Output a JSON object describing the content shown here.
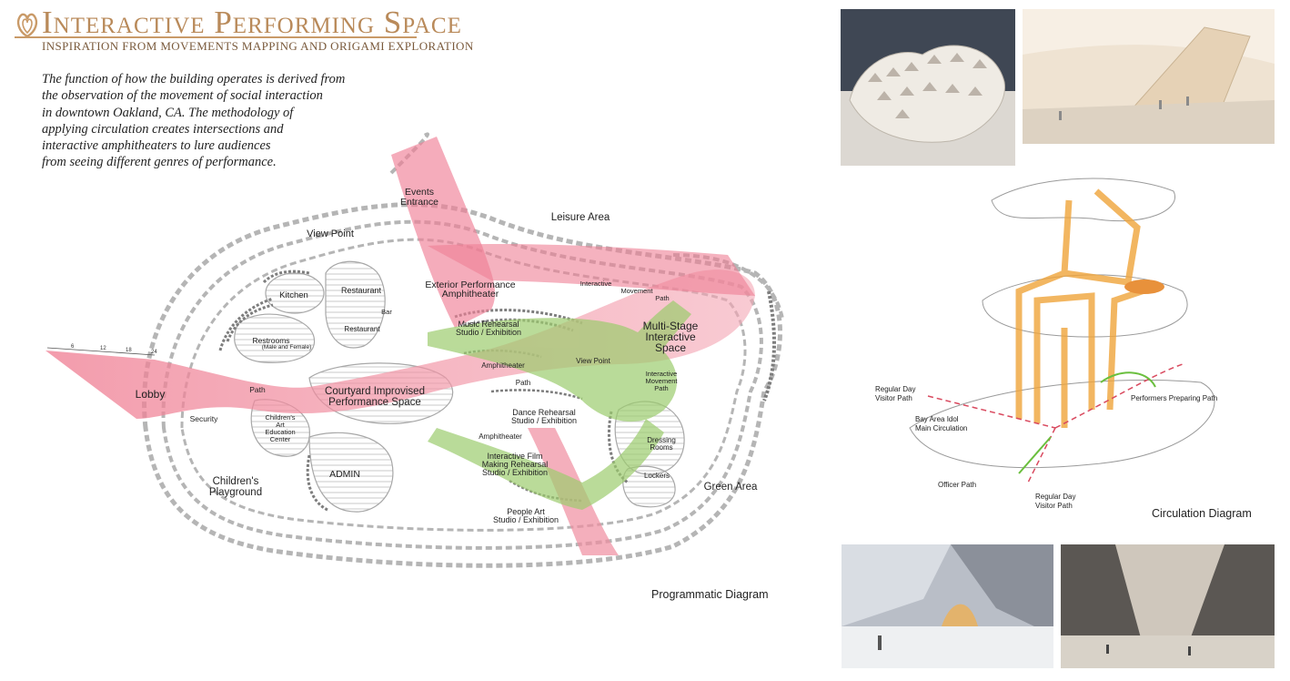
{
  "header": {
    "title": "Interactive Performing Space",
    "subtitle": "INSPIRATION FROM MOVEMENTS MAPPING AND ORIGAMI EXPLORATION"
  },
  "intro": {
    "lines": [
      "The function of how the building operates is derived from",
      "the observation of the movement of social interaction",
      "in downtown Oakland, CA. The methodology of",
      "applying circulation creates intersections and",
      "interactive amphitheaters to lure audiences",
      "from seeing different genres of performance."
    ]
  },
  "programmatic": {
    "caption": "Programmatic Diagram",
    "labels": {
      "events_entrance_1": "Events",
      "events_entrance_2": "Entrance",
      "leisure_area": "Leisure Area",
      "view_point": "View Point",
      "kitchen": "Kitchen",
      "restaurant_1": "Restaurant",
      "bar": "Bar",
      "restaurant_2": "Restaurant",
      "restrooms": "Restrooms",
      "restrooms_sub": "(Male and Female)",
      "exterior_amph_1": "Exterior Performance",
      "exterior_amph_2": "Amphitheater",
      "interactive_path_1": "Interactive",
      "interactive_path_2": "Movement",
      "interactive_path_3": "Path",
      "music_1": "Music Rehearsal",
      "music_2": "Studio / Exhibition",
      "multi_1": "Multi-Stage",
      "multi_2": "Interactive",
      "multi_3": "Space",
      "lobby": "Lobby",
      "path_left": "Path",
      "amphitheater_1": "Amphitheater",
      "view_point_2": "View Point",
      "path_mid": "Path",
      "courtyard_1": "Courtyard Improvised",
      "courtyard_2": "Performance Space",
      "interactive2_1": "Interactive",
      "interactive2_2": "Movement",
      "interactive2_3": "Path",
      "security": "Security",
      "childrens_art_1": "Children's",
      "childrens_art_2": "Art",
      "childrens_art_3": "Education",
      "childrens_art_4": "Center",
      "dance_1": "Dance Rehearsal",
      "dance_2": "Studio / Exhibition",
      "amphitheater_2": "Amphitheater",
      "dressing_1": "Dressing",
      "dressing_2": "Rooms",
      "childrens_play_1": "Children's",
      "childrens_play_2": "Playground",
      "admin": "ADMIN",
      "film_1": "Interactive Film",
      "film_2": "Making Rehearsal",
      "film_3": "Studio / Exhibition",
      "lockers": "Lockers",
      "green_area": "Green Area",
      "people_art_1": "People Art",
      "people_art_2": "Studio / Exhibition"
    },
    "scale_ticks": [
      "6",
      "12",
      "18",
      "24"
    ],
    "colors": {
      "pink": "#ee7f95",
      "green": "#9ccc6e",
      "seat": "#9a9a9a"
    }
  },
  "circulation": {
    "caption": "Circulation Diagram",
    "labels": {
      "regular_day_1": "Regular Day",
      "visitor_1": "Visitor Path",
      "bay_area_1": "Bay Area Idol",
      "bay_area_2": "Main Circulation",
      "performers": "Performers Preparing Path",
      "officer": "Officer Path",
      "regular_day_2": "Regular Day",
      "visitor_2": "Visitor Path"
    },
    "colors": {
      "orange": "#f0a43a",
      "red": "#d94a5f",
      "green": "#6abf3e"
    }
  },
  "photos": [
    {
      "name": "origami-model-exterior"
    },
    {
      "name": "origami-model-interior"
    },
    {
      "name": "interior-render-left"
    },
    {
      "name": "interior-render-right"
    }
  ]
}
